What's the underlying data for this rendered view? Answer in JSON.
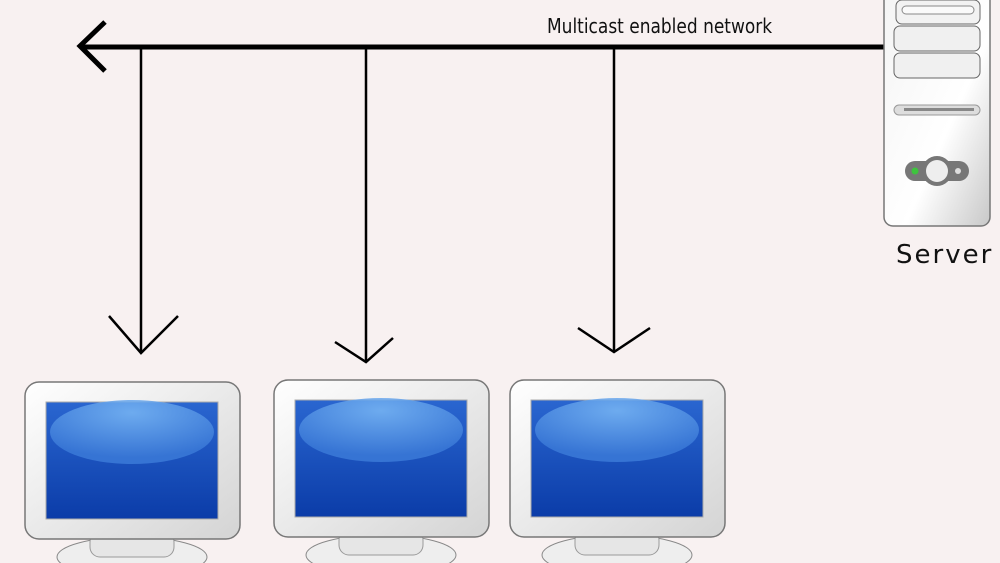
{
  "network_label": "Multicast enabled network",
  "server_label": "Server",
  "clients": [
    {
      "id": "client-1"
    },
    {
      "id": "client-2"
    },
    {
      "id": "client-3"
    }
  ],
  "colors": {
    "background": "#f8f1f1",
    "line": "#000000",
    "screen": "#1d4fb5",
    "led": "#3ec43e"
  }
}
